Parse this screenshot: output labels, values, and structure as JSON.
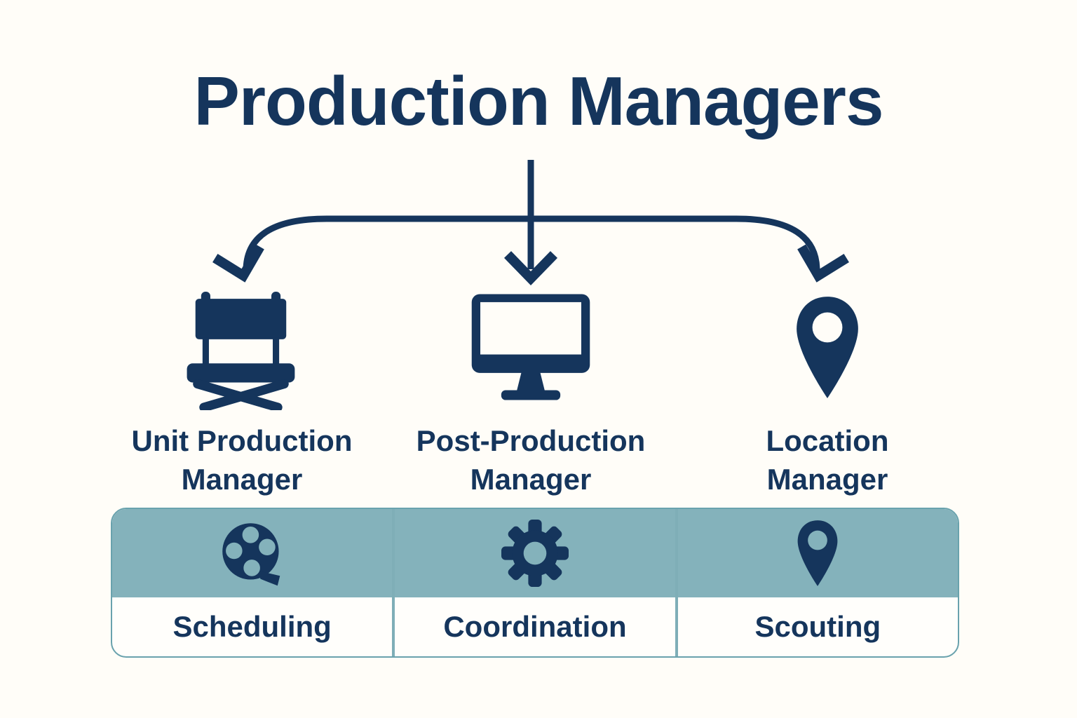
{
  "colors": {
    "background": "#FFFDF8",
    "navy": "#15355C",
    "teal_header": "#84B2BB",
    "teal_divider": "#7FAEB7",
    "teal_border": "#69A2AD",
    "cell_white": "#FFFEFB"
  },
  "title": "Production Managers",
  "branches": [
    {
      "icon": "directors-chair-icon",
      "label_line1": "Unit Production",
      "label_line2": "Manager"
    },
    {
      "icon": "desktop-monitor-icon",
      "label_line1": "Post-Production",
      "label_line2": "Manager"
    },
    {
      "icon": "map-pin-icon",
      "label_line1": "Location",
      "label_line2": "Manager"
    }
  ],
  "responsibilities": [
    {
      "icon": "film-reel-icon",
      "label": "Scheduling"
    },
    {
      "icon": "gear-icon",
      "label": "Coordination"
    },
    {
      "icon": "map-pin-icon",
      "label": "Scouting"
    }
  ]
}
